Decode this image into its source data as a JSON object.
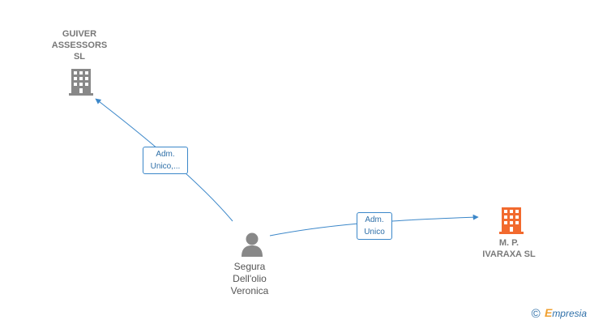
{
  "nodes": {
    "guiver": {
      "name_lines": [
        "GUIVER",
        "ASSESSORS",
        "SL"
      ],
      "type": "company",
      "color": "#888888"
    },
    "ivaraxa": {
      "name_lines": [
        "M. P.",
        "IVARAXA  SL"
      ],
      "type": "company",
      "color": "#f26a2e"
    },
    "person": {
      "name_lines": [
        "Segura",
        "Dell'olio",
        "Veronica"
      ],
      "type": "person",
      "color": "#888888"
    }
  },
  "edges": [
    {
      "from": "person",
      "to": "guiver",
      "label_lines": [
        "Adm.",
        "Unico,..."
      ]
    },
    {
      "from": "person",
      "to": "ivaraxa",
      "label_lines": [
        "Adm.",
        "Unico"
      ]
    }
  ],
  "colors": {
    "edge": "#3b87c9",
    "accent": "#f26a2e"
  },
  "brand": {
    "copyright_symbol": "©",
    "initial": "E",
    "rest": "mpresia"
  }
}
